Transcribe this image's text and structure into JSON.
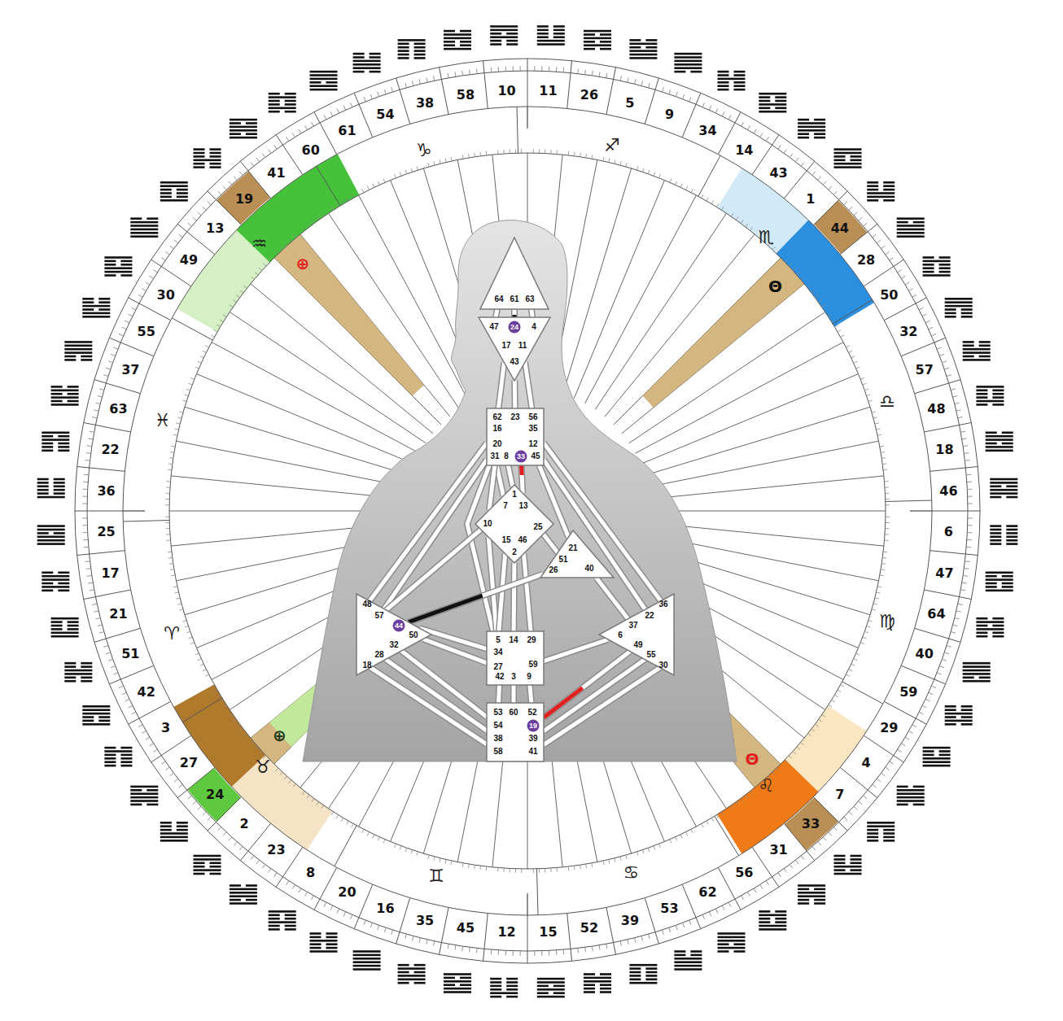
{
  "diagram": {
    "nodes": [
      {
        "text": [
          "64",
          "61",
          "63"
        ]
      },
      {
        "text": [
          "47",
          "24",
          "4",
          "17",
          "11",
          "43"
        ]
      },
      {
        "text": [
          "62",
          "23",
          "56",
          "16",
          "35",
          "20",
          "12",
          "31",
          "8",
          "33",
          "45"
        ]
      },
      {
        "text": [
          "1",
          "7",
          "13",
          "10",
          "25",
          "15",
          "46",
          "2"
        ]
      },
      {
        "text": [
          "21",
          "51",
          "26",
          "40"
        ]
      },
      {
        "text": [
          "48",
          "57",
          "44",
          "50",
          "32",
          "28",
          "18"
        ]
      },
      {
        "text": [
          "36",
          "22",
          "6",
          "37",
          "49",
          "55",
          "30"
        ]
      },
      {
        "text": [
          "5",
          "14",
          "29",
          "34",
          "27",
          "59",
          "42",
          "3",
          "9"
        ]
      },
      {
        "text": [
          "53",
          "60",
          "52",
          "54",
          "19",
          "38",
          "39",
          "58",
          "41"
        ]
      }
    ],
    "edges": [
      {
        "from": 0,
        "to": 1,
        "arrow": "none"
      },
      {
        "from": 0,
        "to": 1,
        "arrow": "none"
      },
      {
        "from": 0,
        "to": 1,
        "arrow": "none"
      },
      {
        "from": 1,
        "to": 2,
        "arrow": "none"
      },
      {
        "from": 1,
        "to": 2,
        "arrow": "none"
      },
      {
        "from": 1,
        "to": 2,
        "arrow": "none"
      },
      {
        "from": 2,
        "to": 3,
        "arrow": "none"
      },
      {
        "from": 2,
        "to": 3,
        "arrow": "none"
      },
      {
        "from": 2,
        "to": 3,
        "arrow": "none"
      },
      {
        "from": 2,
        "to": 4,
        "arrow": "none"
      },
      {
        "from": 2,
        "to": 5,
        "arrow": "none"
      },
      {
        "from": 2,
        "to": 5,
        "arrow": "none"
      },
      {
        "from": 2,
        "to": 6,
        "arrow": "none"
      },
      {
        "from": 2,
        "to": 6,
        "arrow": "none"
      },
      {
        "from": 2,
        "to": 7,
        "arrow": "none"
      },
      {
        "from": 2,
        "to": 3,
        "arrow": "none"
      },
      {
        "from": 3,
        "to": 4,
        "arrow": "none"
      },
      {
        "from": 3,
        "to": 5,
        "arrow": "none"
      },
      {
        "from": 3,
        "to": 7,
        "arrow": "none"
      },
      {
        "from": 3,
        "to": 7,
        "arrow": "none"
      },
      {
        "from": 3,
        "to": 7,
        "arrow": "none"
      },
      {
        "from": 3,
        "to": 7,
        "arrow": "none"
      },
      {
        "from": 4,
        "to": 5,
        "arrow": "none"
      },
      {
        "from": 4,
        "to": 6,
        "arrow": "none"
      },
      {
        "from": 5,
        "to": 7,
        "arrow": "none"
      },
      {
        "from": 5,
        "to": 7,
        "arrow": "none"
      },
      {
        "from": 5,
        "to": 8,
        "arrow": "none"
      },
      {
        "from": 5,
        "to": 8,
        "arrow": "none"
      },
      {
        "from": 5,
        "to": 8,
        "arrow": "none"
      },
      {
        "from": 7,
        "to": 8,
        "arrow": "none"
      },
      {
        "from": 7,
        "to": 8,
        "arrow": "none"
      },
      {
        "from": 7,
        "to": 8,
        "arrow": "none"
      },
      {
        "from": 7,
        "to": 6,
        "arrow": "none"
      },
      {
        "from": 8,
        "to": 6,
        "arrow": "none"
      },
      {
        "from": 8,
        "to": 6,
        "arrow": "none"
      },
      {
        "from": 8,
        "to": 6,
        "arrow": "none"
      }
    ],
    "labels": [
      "10",
      "11",
      "26",
      "5",
      "9",
      "34",
      "14",
      "43",
      "1",
      "44",
      "28",
      "50",
      "32",
      "57",
      "48",
      "18",
      "46",
      "6",
      "47",
      "64",
      "40",
      "59",
      "29",
      "4",
      "7",
      "33",
      "31",
      "56",
      "62",
      "53",
      "39",
      "52",
      "15",
      "12",
      "45",
      "35",
      "16",
      "20",
      "8",
      "23",
      "2",
      "24",
      "27",
      "3",
      "42",
      "51",
      "21",
      "17",
      "25",
      "36",
      "22",
      "63",
      "37",
      "55",
      "30",
      "49",
      "13",
      "19",
      "41",
      "60",
      "61",
      "54",
      "38",
      "58",
      "♑",
      "♐",
      "♏",
      "♎",
      "♍",
      "♌",
      "♋",
      "♊",
      "♉",
      "♈",
      "♓",
      "♒",
      "⊕",
      "Θ",
      "Θ",
      "⊕"
    ]
  }
}
